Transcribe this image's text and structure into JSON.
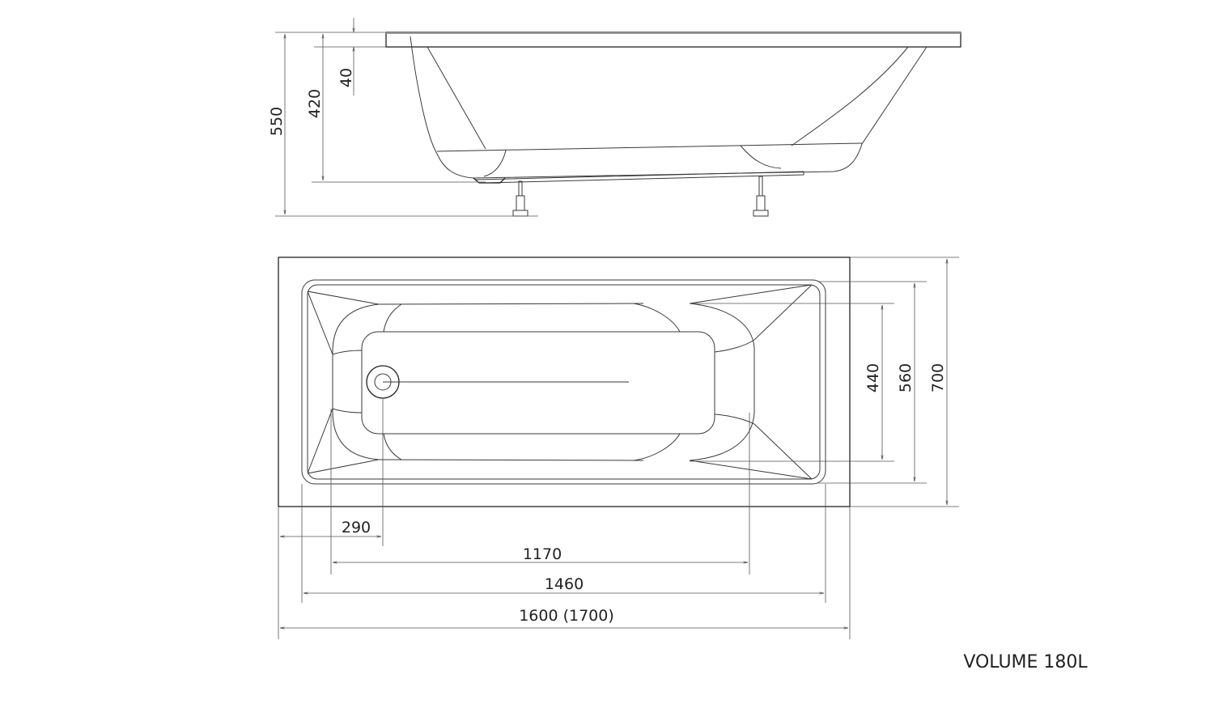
{
  "title": "Bathtub dimension drawing",
  "side_view": {
    "dims": {
      "total_height": "550",
      "tub_height": "420",
      "rim_thickness": "40"
    }
  },
  "top_view": {
    "dims": {
      "drain_offset": "290",
      "basin_length": "1170",
      "inner_length": "1460",
      "overall_length": "1600 (1700)",
      "basin_width": "440",
      "inner_width": "560",
      "overall_width": "700"
    }
  },
  "volume_label": "VOLUME 180L",
  "colors": {
    "line": "#3a3a3a",
    "text": "#222222"
  }
}
